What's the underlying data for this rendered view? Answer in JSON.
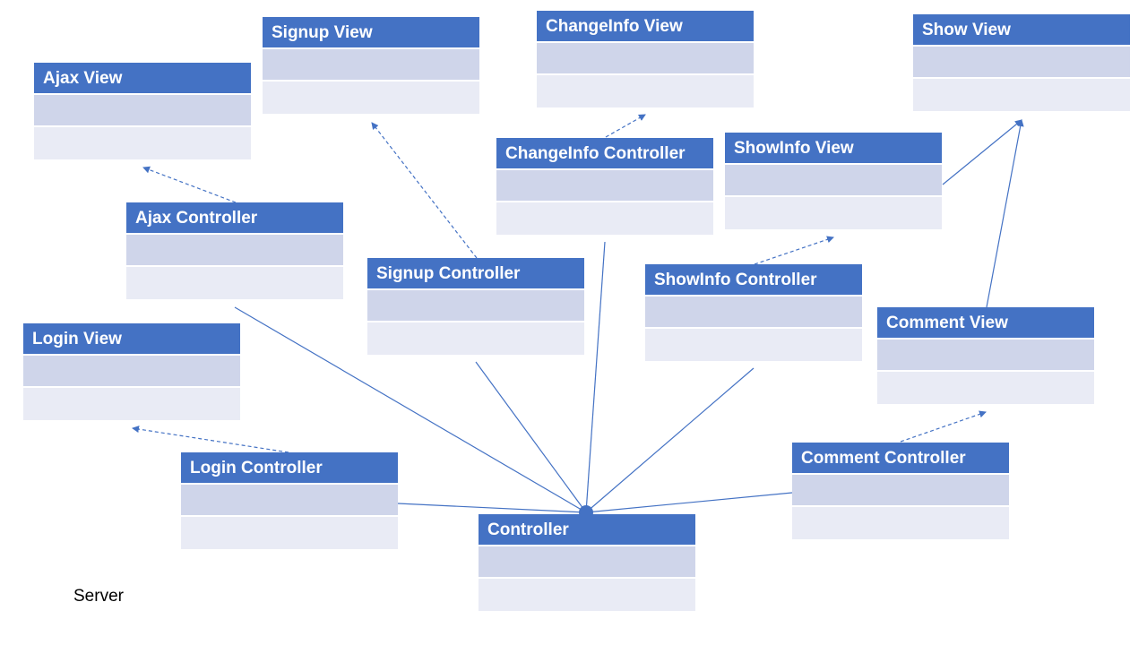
{
  "colors": {
    "header": "#4472C4",
    "row_primary": "#CFD5EA",
    "row_secondary": "#E9EBF5",
    "edge": "#4472C4"
  },
  "caption": "Server",
  "classes": {
    "ajax_view": "Ajax View",
    "signup_view": "Signup View",
    "changeinfo_view": "ChangeInfo View",
    "show_view": "Show View",
    "changeinfo_controller": "ChangeInfo Controller",
    "showinfo_view": "ShowInfo View",
    "ajax_controller": "Ajax Controller",
    "signup_controller": "Signup Controller",
    "showinfo_controller": "ShowInfo Controller",
    "comment_view": "Comment View",
    "login_view": "Login View",
    "login_controller": "Login Controller",
    "comment_controller": "Comment Controller",
    "controller": "Controller"
  },
  "relations": [
    {
      "from": "ajax_controller",
      "to": "ajax_view",
      "style": "dashed"
    },
    {
      "from": "signup_controller",
      "to": "signup_view",
      "style": "dashed"
    },
    {
      "from": "changeinfo_controller",
      "to": "changeinfo_view",
      "style": "dashed"
    },
    {
      "from": "showinfo_controller",
      "to": "showinfo_view",
      "style": "dashed"
    },
    {
      "from": "login_controller",
      "to": "login_view",
      "style": "dashed"
    },
    {
      "from": "comment_controller",
      "to": "comment_view",
      "style": "dashed"
    },
    {
      "from": "showinfo_view",
      "to": "show_view",
      "style": "solid"
    },
    {
      "from": "comment_view",
      "to": "show_view",
      "style": "solid"
    },
    {
      "from": "ajax_controller",
      "to": "controller",
      "style": "solid"
    },
    {
      "from": "signup_controller",
      "to": "controller",
      "style": "solid"
    },
    {
      "from": "changeinfo_controller",
      "to": "controller",
      "style": "solid"
    },
    {
      "from": "showinfo_controller",
      "to": "controller",
      "style": "solid"
    },
    {
      "from": "login_controller",
      "to": "controller",
      "style": "solid"
    },
    {
      "from": "comment_controller",
      "to": "controller",
      "style": "solid"
    }
  ]
}
